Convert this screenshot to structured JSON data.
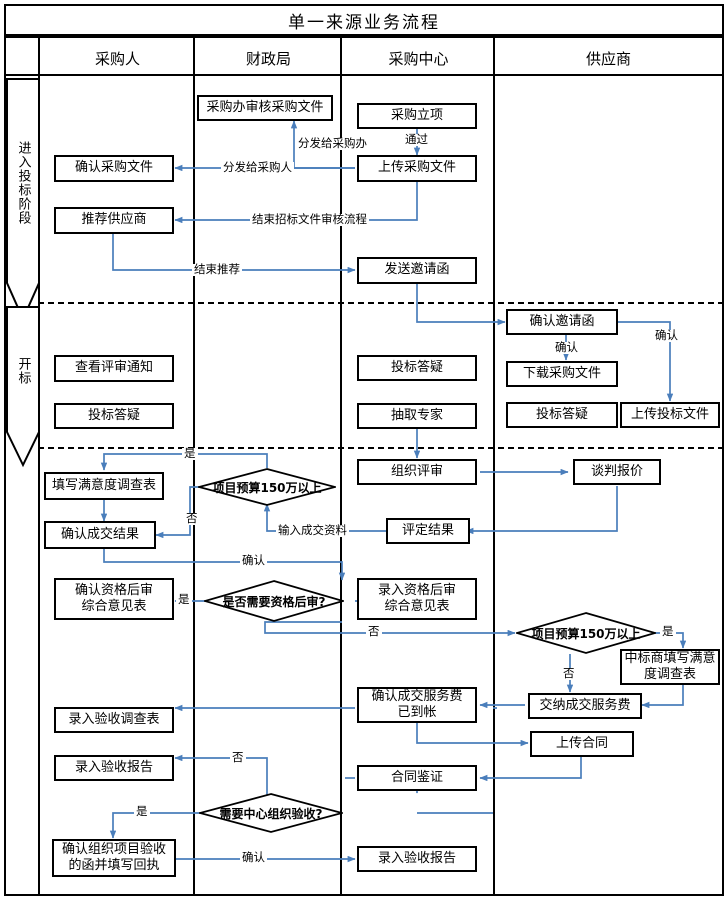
{
  "header": {
    "title": "单一来源业务流程"
  },
  "lanes": [
    {
      "name": "采购人"
    },
    {
      "name": "财政局"
    },
    {
      "name": "采购中心"
    },
    {
      "name": "供应商"
    }
  ],
  "stages": [
    {
      "label": "进入投标阶段"
    },
    {
      "label": "开标"
    }
  ],
  "colors": {
    "connector": "#4a7ebb",
    "shape_border": "#000000",
    "background": "#ffffff"
  },
  "nodes": [
    {
      "id": "n1",
      "label": "采购办审核采购文件",
      "lane": "财政局",
      "type": "process"
    },
    {
      "id": "n2",
      "label": "采购立项",
      "lane": "采购中心",
      "type": "process"
    },
    {
      "id": "n3",
      "label": "确认采购文件",
      "lane": "采购人",
      "type": "process"
    },
    {
      "id": "n4",
      "label": "上传采购文件",
      "lane": "采购中心",
      "type": "process"
    },
    {
      "id": "n5",
      "label": "推荐供应商",
      "lane": "采购人",
      "type": "process"
    },
    {
      "id": "n6",
      "label": "发送邀请函",
      "lane": "采购中心",
      "type": "process"
    },
    {
      "id": "n7",
      "label": "确认邀请函",
      "lane": "供应商",
      "type": "process"
    },
    {
      "id": "n8",
      "label": "查看评审通知",
      "lane": "采购人",
      "type": "process"
    },
    {
      "id": "n9",
      "label": "投标答疑",
      "lane": "采购中心",
      "type": "process"
    },
    {
      "id": "n10",
      "label": "下载采购文件",
      "lane": "供应商",
      "type": "process"
    },
    {
      "id": "n11",
      "label": "投标答疑",
      "lane": "采购人",
      "type": "process"
    },
    {
      "id": "n12",
      "label": "抽取专家",
      "lane": "采购中心",
      "type": "process"
    },
    {
      "id": "n13",
      "label": "投标答疑",
      "lane": "供应商",
      "type": "process"
    },
    {
      "id": "n14",
      "label": "上传投标文件",
      "lane": "供应商",
      "type": "process"
    },
    {
      "id": "n15",
      "label": "填写满意度调查表",
      "lane": "采购人",
      "type": "process"
    },
    {
      "id": "n16",
      "label": "项目预算150万以上",
      "lane": "财政局",
      "type": "decision"
    },
    {
      "id": "n17",
      "label": "组织评审",
      "lane": "采购中心",
      "type": "process"
    },
    {
      "id": "n18",
      "label": "谈判报价",
      "lane": "供应商",
      "type": "process"
    },
    {
      "id": "n19",
      "label": "确认成交结果",
      "lane": "采购人",
      "type": "process"
    },
    {
      "id": "n20",
      "label": "评定结果",
      "lane": "采购中心",
      "type": "process"
    },
    {
      "id": "n21",
      "label": "确认资格后审\n综合意见表",
      "lane": "采购人",
      "type": "process"
    },
    {
      "id": "n22",
      "label": "是否需要资格后审?",
      "lane": "财政局",
      "type": "decision"
    },
    {
      "id": "n23",
      "label": "录入资格后审\n综合意见表",
      "lane": "采购中心",
      "type": "process"
    },
    {
      "id": "n24",
      "label": "项目预算150万以上",
      "lane": "供应商",
      "type": "decision"
    },
    {
      "id": "n25",
      "label": "中标商填写满意\n度调查表",
      "lane": "供应商",
      "type": "process"
    },
    {
      "id": "n26",
      "label": "确认成交服务费\n已到帐",
      "lane": "采购中心",
      "type": "process"
    },
    {
      "id": "n27",
      "label": "交纳成交服务费",
      "lane": "供应商",
      "type": "process"
    },
    {
      "id": "n28",
      "label": "录入验收调查表",
      "lane": "采购人",
      "type": "process"
    },
    {
      "id": "n29",
      "label": "上传合同",
      "lane": "供应商",
      "type": "process"
    },
    {
      "id": "n30",
      "label": "录入验收报告",
      "lane": "采购人",
      "type": "process"
    },
    {
      "id": "n31",
      "label": "合同鉴证",
      "lane": "采购中心",
      "type": "process"
    },
    {
      "id": "n32",
      "label": "需要中心组织验收?",
      "lane": "财政局",
      "type": "decision"
    },
    {
      "id": "n33",
      "label": "确认组织项目验收\n的函并填写回执",
      "lane": "采购人",
      "type": "process"
    },
    {
      "id": "n34",
      "label": "录入验收报告",
      "lane": "采购中心",
      "type": "process"
    }
  ],
  "edge_labels": [
    {
      "id": "e1",
      "text": "分发给采购办"
    },
    {
      "id": "e2",
      "text": "通过"
    },
    {
      "id": "e3",
      "text": "分发给采购人"
    },
    {
      "id": "e4",
      "text": "结束招标文件审核流程"
    },
    {
      "id": "e5",
      "text": "结束推荐"
    },
    {
      "id": "e6",
      "text": "确认"
    },
    {
      "id": "e7",
      "text": "确认"
    },
    {
      "id": "e8",
      "text": "是"
    },
    {
      "id": "e9",
      "text": "否"
    },
    {
      "id": "e10",
      "text": "输入成交资料"
    },
    {
      "id": "e11",
      "text": "确认"
    },
    {
      "id": "e12",
      "text": "是"
    },
    {
      "id": "e13",
      "text": "否"
    },
    {
      "id": "e14",
      "text": "是"
    },
    {
      "id": "e15",
      "text": "否"
    },
    {
      "id": "e16",
      "text": "否"
    },
    {
      "id": "e17",
      "text": "是"
    },
    {
      "id": "e18",
      "text": "确认"
    }
  ]
}
